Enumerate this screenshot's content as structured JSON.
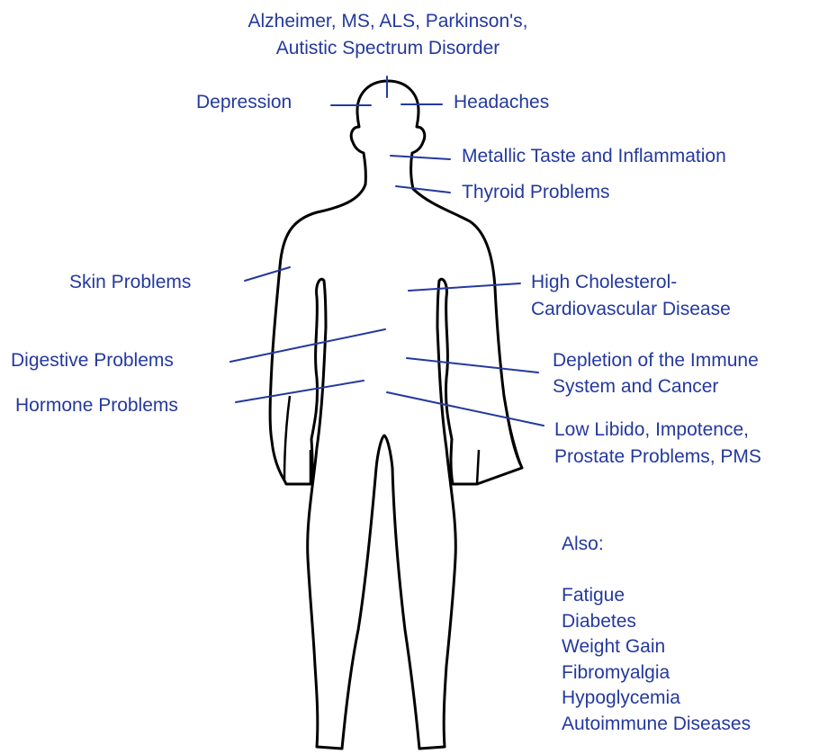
{
  "colors": {
    "text": "#24399e",
    "leader": "#24399e",
    "outline": "#000000",
    "background": "#ffffff"
  },
  "labels": {
    "brain_line1": "Alzheimer, MS, ALS, Parkinson's,",
    "brain_line2": "Autistic Spectrum Disorder",
    "depression": "Depression",
    "headaches": "Headaches",
    "metallic_taste": "Metallic Taste and Inflammation",
    "thyroid": "Thyroid Problems",
    "skin": "Skin Problems",
    "cholesterol_line1": "High Cholesterol-",
    "cholesterol_line2": "Cardiovascular Disease",
    "digestive": "Digestive Problems",
    "immune_line1": "Depletion of the Immune",
    "immune_line2": "System and Cancer",
    "hormone": "Hormone Problems",
    "libido_line1": "Low Libido, Impotence,",
    "libido_line2": "Prostate Problems, PMS"
  },
  "also": {
    "heading": "Also:",
    "items": [
      "Fatigue",
      "Diabetes",
      "Weight Gain",
      "Fibromyalgia",
      "Hypoglycemia",
      "Autoimmune Diseases"
    ]
  }
}
